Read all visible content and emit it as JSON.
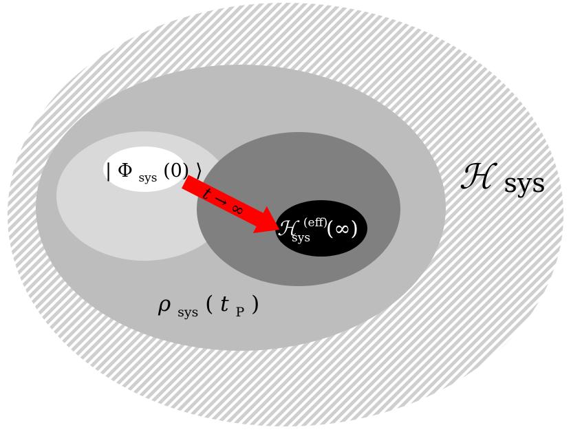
{
  "diagram": {
    "outer_space": {
      "symbol": "ℋ",
      "subscript": "sys",
      "fill": "#cfcfcf",
      "pattern": "diagonal-hatch"
    },
    "density_region": {
      "symbol": "ρ",
      "subscript": "sys",
      "argument_open": "(",
      "argument_var": "t",
      "argument_sub": "P",
      "argument_close": ")",
      "fill": "#bdbdbd"
    },
    "initial_region": {
      "fill": "#d9d9d9"
    },
    "initial_state": {
      "bra_open": "|",
      "symbol": "Φ",
      "subscript": "sys",
      "argument": "(0)",
      "ket_close": "⟩",
      "fill": "#ffffff"
    },
    "effective_region": {
      "fill": "#808080"
    },
    "effective_state": {
      "symbol": "ℋ",
      "subscript": "sys",
      "superscript": "(eff)",
      "argument": "(∞)",
      "fill": "#000000",
      "text_color": "#ffffff"
    },
    "arrow": {
      "label": "t → ∞",
      "color": "#ff0000"
    }
  }
}
